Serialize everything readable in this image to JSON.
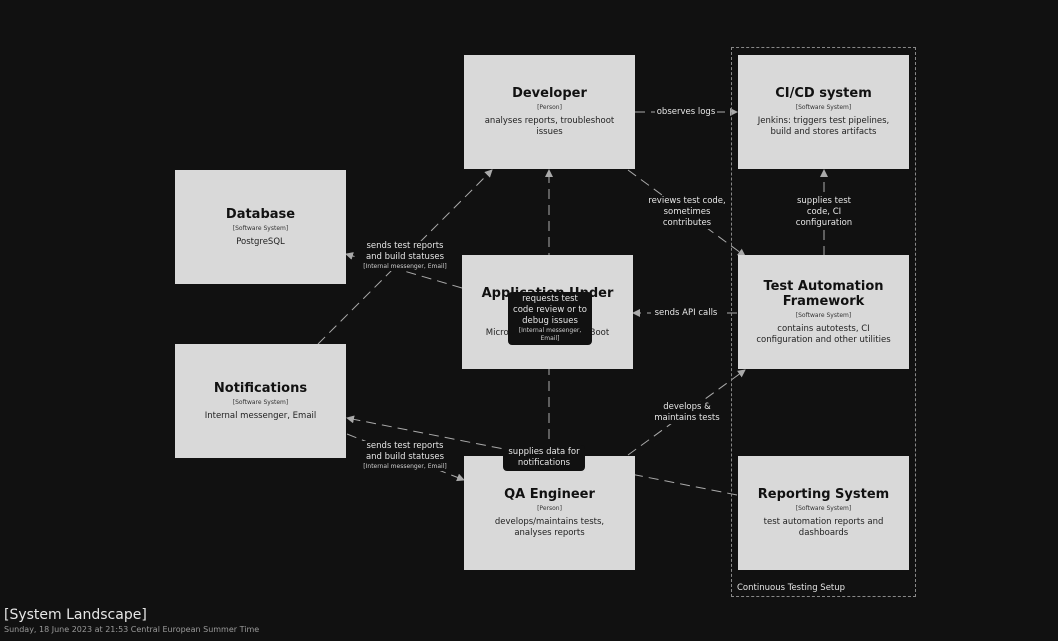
{
  "title": "[System Landscape]",
  "subtitle": "Sunday, 18 June 2023 at 21:53 Central European Summer Time",
  "boundary_label": "Continuous Testing Setup",
  "nodes": {
    "developer": {
      "name": "Developer",
      "kind": "[Person]",
      "desc": "analyses reports, troubleshoot issues"
    },
    "cicd": {
      "name": "CI/CD system",
      "kind": "[Software System]",
      "desc": "Jenkins: triggers test pipelines, build and stores artifacts"
    },
    "database": {
      "name": "Database",
      "kind": "[Software System]",
      "desc": "PostgreSQL"
    },
    "app": {
      "name": "Application Under Test",
      "kind": "",
      "desc": "Microservices on Spring Boot"
    },
    "taf": {
      "name": "Test Automation Framework",
      "kind": "[Software System]",
      "desc": "contains autotests, CI configuration and other utilities"
    },
    "notifications": {
      "name": "Notifications",
      "kind": "[Software System]",
      "desc": "Internal messenger, Email"
    },
    "qa": {
      "name": "QA Engineer",
      "kind": "[Person]",
      "desc": "develops/maintains tests, analyses reports"
    },
    "reporting": {
      "name": "Reporting System",
      "kind": "[Software System]",
      "desc": "test automation reports and dashboards"
    }
  },
  "edges": {
    "observes_logs": {
      "text": "observes logs",
      "tech": ""
    },
    "reviews_test_code": {
      "text": "reviews test code, sometimes contributes",
      "tech": ""
    },
    "supplies_test_code": {
      "text": "supplies test code, CI configuration",
      "tech": ""
    },
    "sends_reports_dev": {
      "text": "sends test reports and build statuses",
      "tech": "[Internal messenger, Email]"
    },
    "requests_review": {
      "text": "requests test code review or to debug issues",
      "tech": "[Internal messenger, Email]"
    },
    "sends_api_calls": {
      "text": "sends API calls",
      "tech": ""
    },
    "develops_maintains": {
      "text": "develops & maintains tests",
      "tech": ""
    },
    "sends_reports_qa": {
      "text": "sends test reports and build statuses",
      "tech": "[Internal messenger, Email]"
    },
    "supplies_data": {
      "text": "supplies data for notifications",
      "tech": ""
    }
  }
}
